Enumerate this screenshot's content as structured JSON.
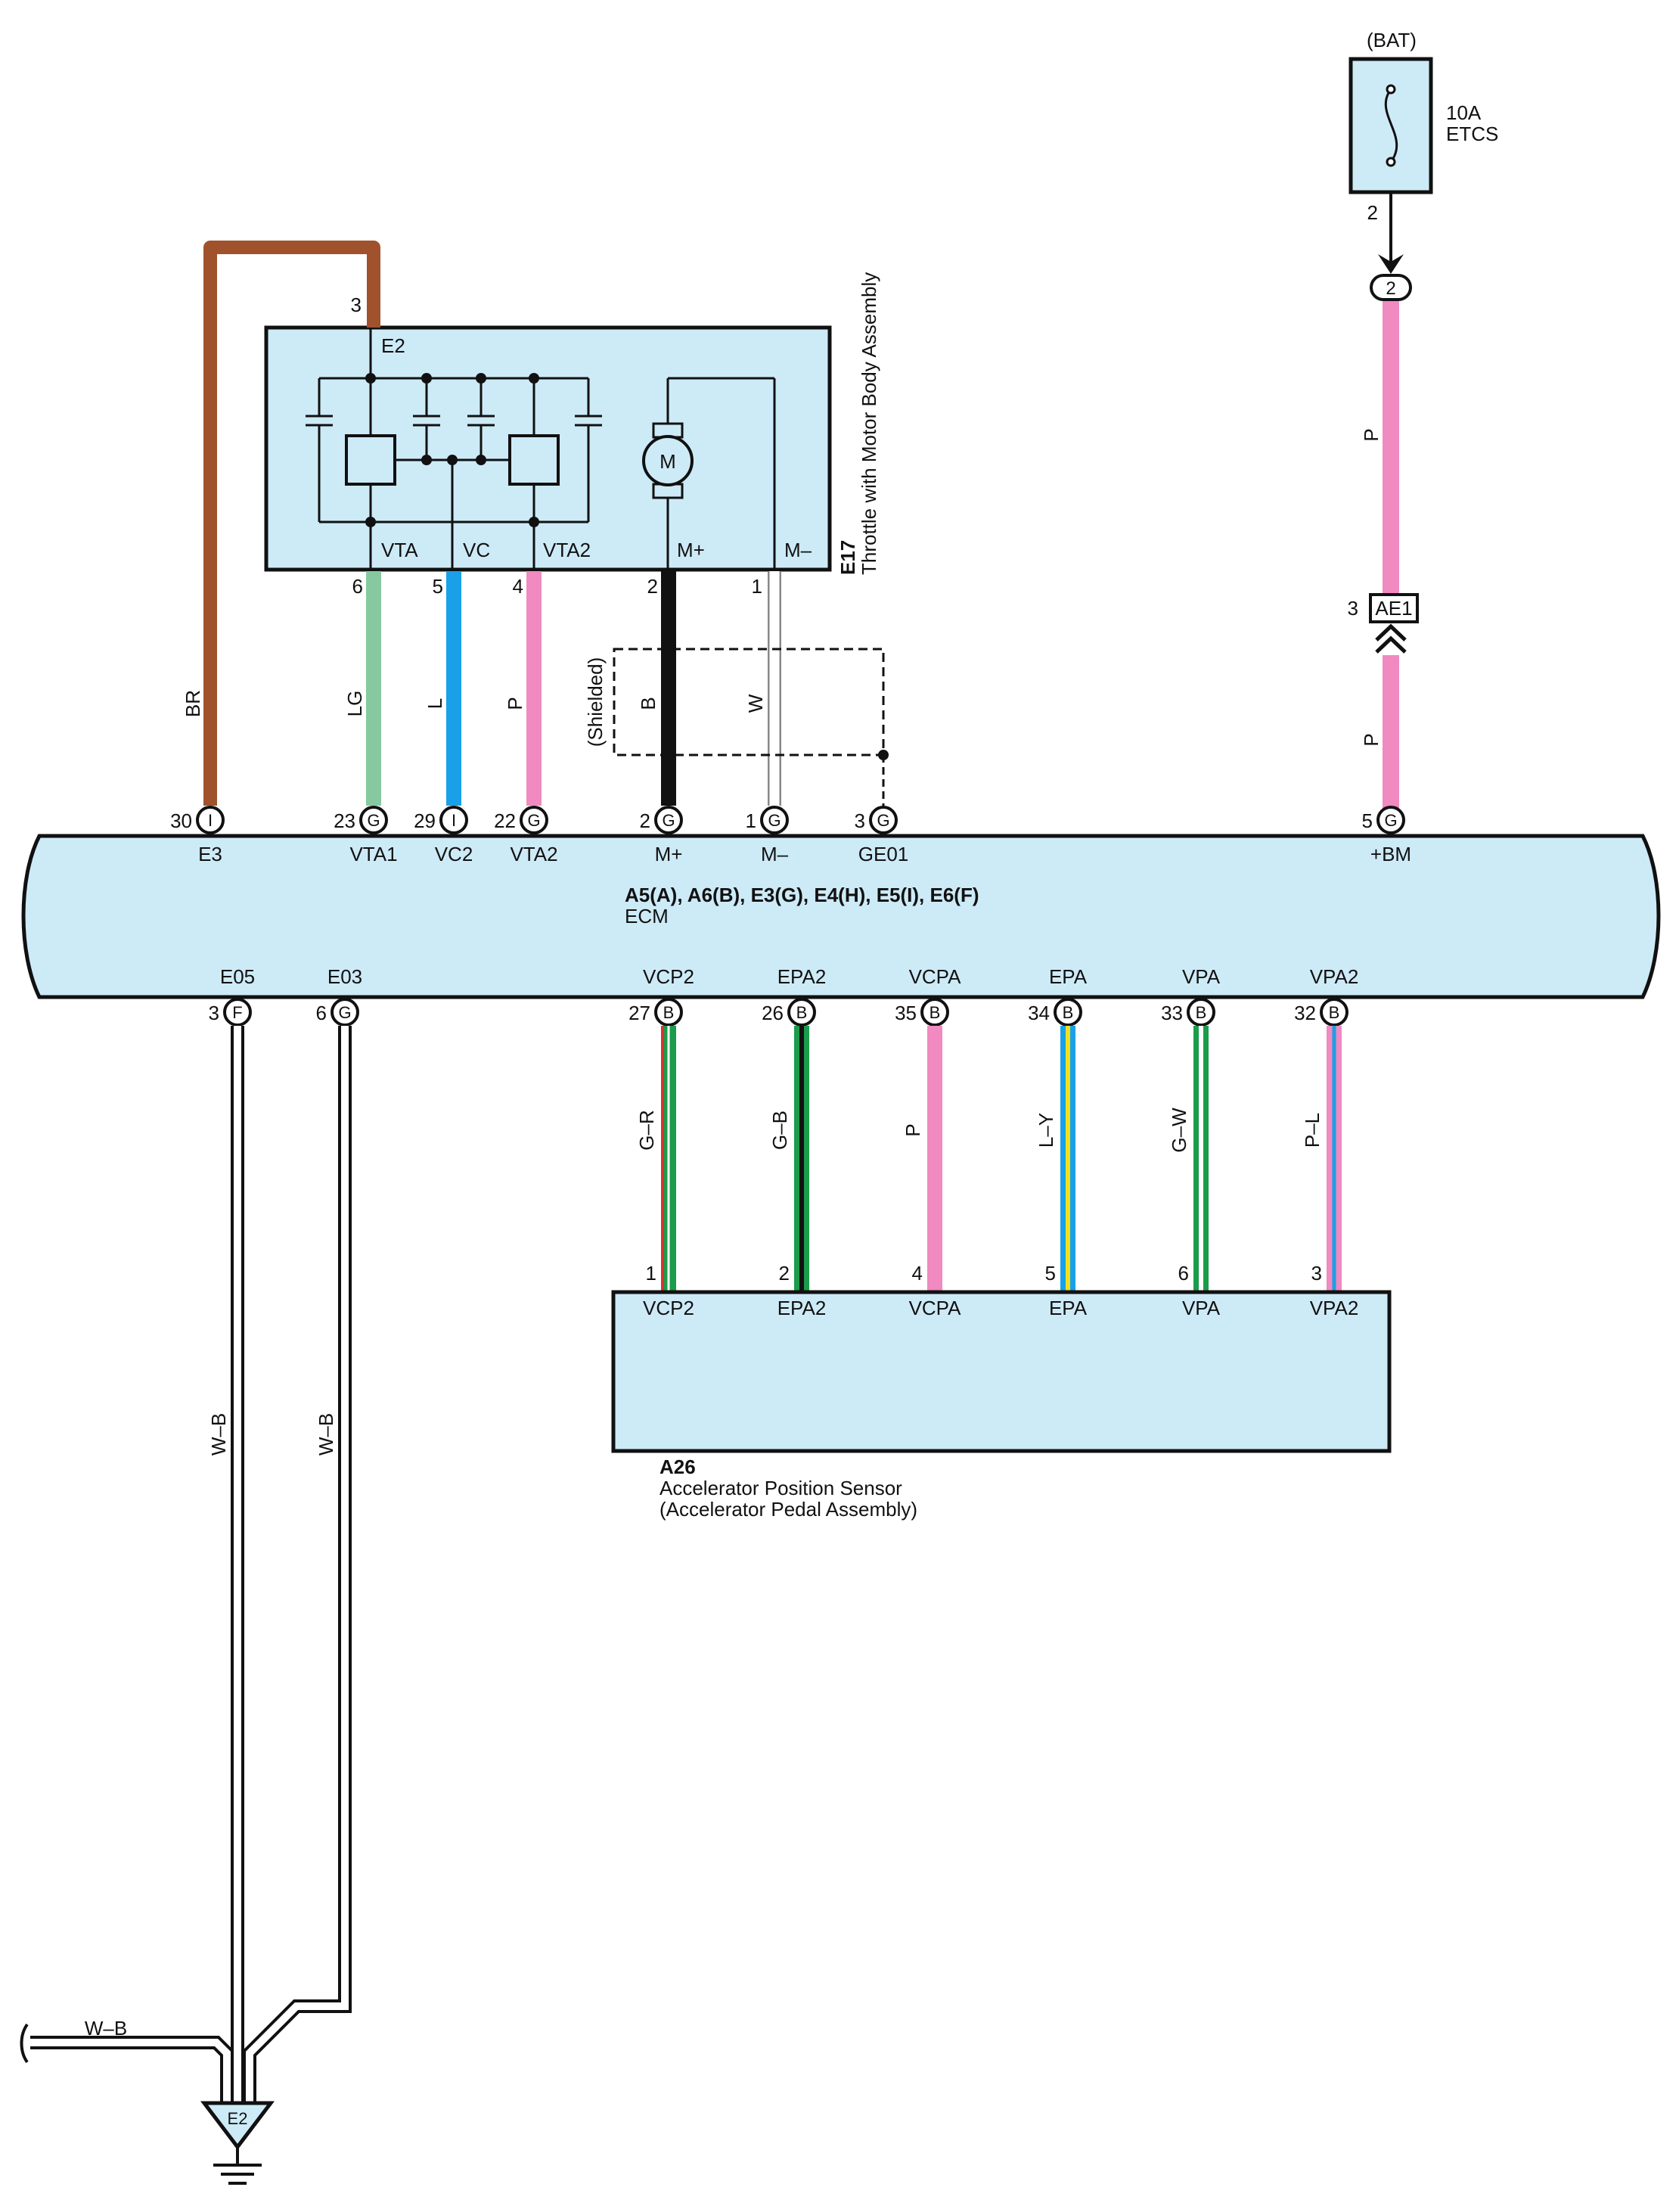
{
  "colors": {
    "box_fill": "#cdeaf7",
    "BR": "#a0522d",
    "LG": "#86c9a0",
    "L": "#1aa0e8",
    "P": "#f08ac0",
    "B": "#111111",
    "W": "#ffffff",
    "G": "#1a9c4a",
    "R": "#e03030",
    "Y": "#f0e020"
  },
  "power": {
    "source_label": "(BAT)",
    "fuse_rating": "10A",
    "fuse_name": "ETCS",
    "fuse_pin": "2",
    "connector_pin": "2",
    "wire_color_upper": "P",
    "wire_color_lower": "P",
    "junction_label": "AE1",
    "junction_pin": "3"
  },
  "throttle": {
    "code": "E17",
    "name": "Throttle with Motor Body Assembly",
    "top_terminal": "E2",
    "top_pin": "3",
    "motor_symbol": "M",
    "terminals": [
      {
        "label": "VTA",
        "pin": "6",
        "wire": "LG"
      },
      {
        "label": "VC",
        "pin": "5",
        "wire": "L"
      },
      {
        "label": "VTA2",
        "pin": "4",
        "wire": "P"
      },
      {
        "label": "M+",
        "pin": "2",
        "wire": "B"
      },
      {
        "label": "M–",
        "pin": "1",
        "wire": "W"
      }
    ],
    "ground_wire": "BR",
    "shield_label": "(Shielded)"
  },
  "ecm": {
    "connectors": "A5(A), A6(B), E3(G), E4(H), E5(I), E6(F)",
    "name": "ECM",
    "top_pins": [
      {
        "pin": "30",
        "conn": "I",
        "label": "E3"
      },
      {
        "pin": "23",
        "conn": "G",
        "label": "VTA1"
      },
      {
        "pin": "29",
        "conn": "I",
        "label": "VC2"
      },
      {
        "pin": "22",
        "conn": "G",
        "label": "VTA2"
      },
      {
        "pin": "2",
        "conn": "G",
        "label": "M+"
      },
      {
        "pin": "1",
        "conn": "G",
        "label": "M–"
      },
      {
        "pin": "3",
        "conn": "G",
        "label": "GE01"
      },
      {
        "pin": "5",
        "conn": "G",
        "label": "+BM"
      }
    ],
    "bottom_pins": [
      {
        "pin": "3",
        "conn": "F",
        "label": "E05"
      },
      {
        "pin": "6",
        "conn": "G",
        "label": "E03"
      },
      {
        "pin": "27",
        "conn": "B",
        "label": "VCP2"
      },
      {
        "pin": "26",
        "conn": "B",
        "label": "EPA2"
      },
      {
        "pin": "35",
        "conn": "B",
        "label": "VCPA"
      },
      {
        "pin": "34",
        "conn": "B",
        "label": "EPA"
      },
      {
        "pin": "33",
        "conn": "B",
        "label": "VPA"
      },
      {
        "pin": "32",
        "conn": "B",
        "label": "VPA2"
      }
    ]
  },
  "accel_sensor": {
    "code": "A26",
    "name": "Accelerator Position Sensor",
    "subname": "(Accelerator Pedal Assembly)",
    "terminals": [
      {
        "label": "VCP2",
        "pin": "1",
        "wire": "G–R"
      },
      {
        "label": "EPA2",
        "pin": "2",
        "wire": "G–B"
      },
      {
        "label": "VCPA",
        "pin": "4",
        "wire": "P"
      },
      {
        "label": "EPA",
        "pin": "5",
        "wire": "L–Y"
      },
      {
        "label": "VPA",
        "pin": "6",
        "wire": "G–W"
      },
      {
        "label": "VPA2",
        "pin": "3",
        "wire": "P–L"
      }
    ]
  },
  "ground": {
    "wire_1": "W–B",
    "wire_2": "W–B",
    "wire_3": "W–B",
    "point": "E2"
  }
}
